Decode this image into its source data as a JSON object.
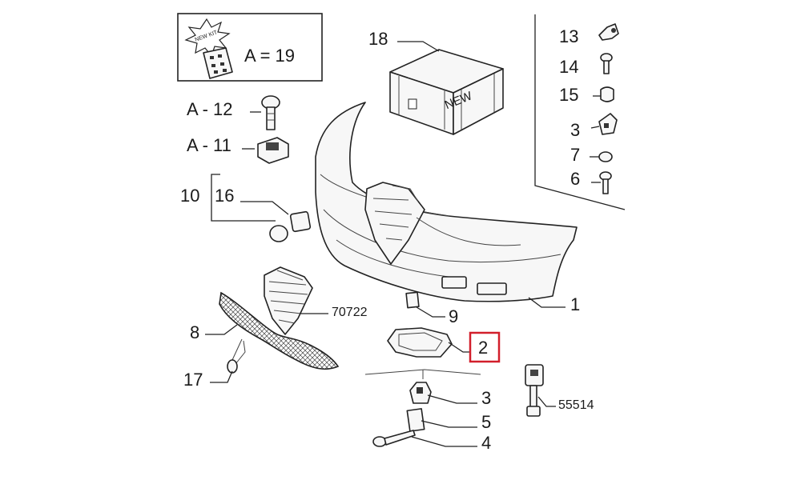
{
  "kit_box": {
    "badge": "NEW KIT",
    "label": "A = 19"
  },
  "crate": {
    "number": "18",
    "marking": "NEW"
  },
  "callouts": {
    "a12": "A - 12",
    "a11": "A - 11",
    "n10": "10",
    "n16": "16",
    "n70722": "70722",
    "n8": "8",
    "n17": "17",
    "n9": "9",
    "n1": "1",
    "n2": "2",
    "n3b": "3",
    "n5": "5",
    "n4": "4",
    "n55514": "55514",
    "n13": "13",
    "n14": "14",
    "n15": "15",
    "n3a": "3",
    "n7": "7",
    "n6": "6"
  },
  "highlight": {
    "color": "#d21f2b",
    "target": "2"
  }
}
